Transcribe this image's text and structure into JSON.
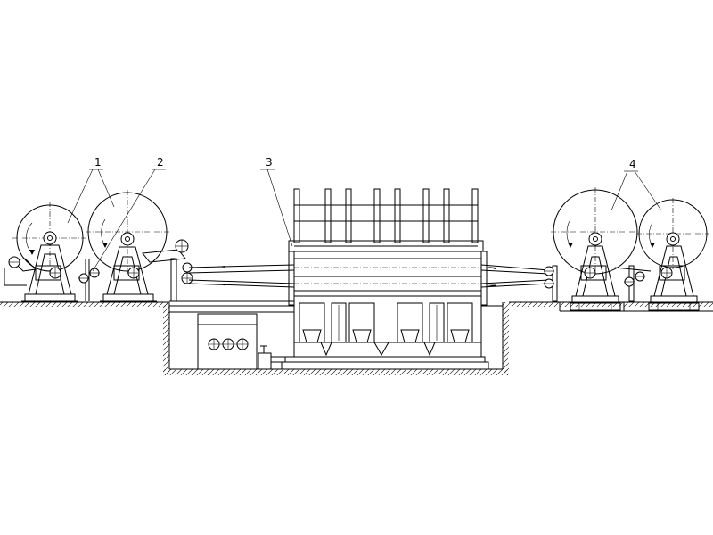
{
  "labels": {
    "unwind_stands": "1",
    "guide_roller": "2",
    "press": "3",
    "rewind_stands": "4"
  },
  "colors": {
    "line": "#000000",
    "background": "#ffffff"
  }
}
